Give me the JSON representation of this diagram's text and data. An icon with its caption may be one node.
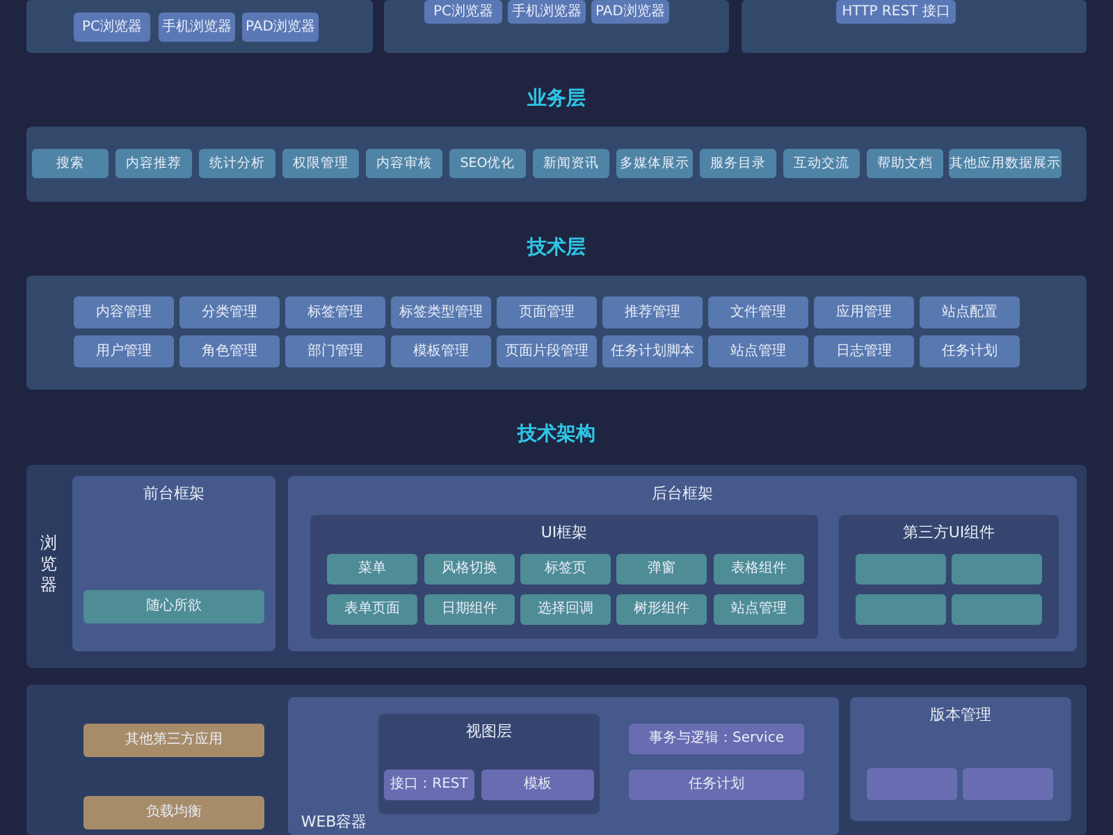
{
  "diagram": {
    "nodes": [
      {
        "text": [],
        "shape": "box"
      },
      {
        "text": [
          "PC浏览器"
        ],
        "in": 0
      },
      {
        "text": [
          "手机浏览器"
        ],
        "in": 0
      },
      {
        "text": [
          "PAD浏览器"
        ],
        "in": 0
      },
      {
        "text": [],
        "shape": "box"
      },
      {
        "text": [
          "PC浏览器"
        ],
        "in": 4
      },
      {
        "text": [
          "手机浏览器"
        ],
        "in": 4
      },
      {
        "text": [
          "PAD浏览器"
        ],
        "in": 4
      },
      {
        "text": [],
        "shape": "box"
      },
      {
        "text": [
          "HTTP REST 接口"
        ],
        "in": 8
      },
      {
        "text": [
          "业务层"
        ]
      },
      {
        "text": [
          "搜索"
        ],
        "in": 10
      },
      {
        "text": [
          "内容推荐"
        ],
        "in": 10
      },
      {
        "text": [
          "统计分析"
        ],
        "in": 10
      },
      {
        "text": [
          "权限管理"
        ],
        "in": 10
      },
      {
        "text": [
          "内容审核"
        ],
        "in": 10
      },
      {
        "text": [
          "SEO优化"
        ],
        "in": 10
      },
      {
        "text": [
          "新闻资讯"
        ],
        "in": 10
      },
      {
        "text": [
          "多媒体展示"
        ],
        "in": 10
      },
      {
        "text": [
          "服务目录"
        ],
        "in": 10
      },
      {
        "text": [
          "互动交流"
        ],
        "in": 10
      },
      {
        "text": [
          "帮助文档"
        ],
        "in": 10
      },
      {
        "text": [
          "其他应用数据展示"
        ],
        "in": 10
      },
      {
        "text": [
          "技术层"
        ]
      },
      {
        "text": [
          "内容管理"
        ],
        "in": 23
      },
      {
        "text": [
          "分类管理"
        ],
        "in": 23
      },
      {
        "text": [
          "标签管理"
        ],
        "in": 23
      },
      {
        "text": [
          "标签类型管理"
        ],
        "in": 23
      },
      {
        "text": [
          "页面管理"
        ],
        "in": 23
      },
      {
        "text": [
          "推荐管理"
        ],
        "in": 23
      },
      {
        "text": [
          "文件管理"
        ],
        "in": 23
      },
      {
        "text": [
          "应用管理"
        ],
        "in": 23
      },
      {
        "text": [
          "站点配置"
        ],
        "in": 23
      },
      {
        "text": [
          "用户管理"
        ],
        "in": 23
      },
      {
        "text": [
          "角色管理"
        ],
        "in": 23
      },
      {
        "text": [
          "部门管理"
        ],
        "in": 23
      },
      {
        "text": [
          "模板管理"
        ],
        "in": 23
      },
      {
        "text": [
          "页面片段管理"
        ],
        "in": 23
      },
      {
        "text": [
          "任务计划脚本"
        ],
        "in": 23
      },
      {
        "text": [
          "站点管理"
        ],
        "in": 23
      },
      {
        "text": [
          "日志管理"
        ],
        "in": 23
      },
      {
        "text": [
          "任务计划"
        ],
        "in": 23
      },
      {
        "text": [
          "技术架构",
          "浏览器"
        ]
      },
      {
        "text": [
          "前台框架"
        ],
        "in": 42
      },
      {
        "text": [
          "随心所欲"
        ],
        "in": 43
      },
      {
        "text": [
          "后台框架"
        ],
        "in": 42
      },
      {
        "text": [
          "UI框架"
        ],
        "in": 45
      },
      {
        "text": [
          "菜单"
        ],
        "in": 46
      },
      {
        "text": [
          "风格切换"
        ],
        "in": 46
      },
      {
        "text": [
          "标签页"
        ],
        "in": 46
      },
      {
        "text": [
          "弹窗"
        ],
        "in": 46
      },
      {
        "text": [
          "表格组件"
        ],
        "in": 46
      },
      {
        "text": [
          "表单页面"
        ],
        "in": 46
      },
      {
        "text": [
          "日期组件"
        ],
        "in": 46
      },
      {
        "text": [
          "选择回调"
        ],
        "in": 46
      },
      {
        "text": [
          "树形组件"
        ],
        "in": 46
      },
      {
        "text": [
          "站点管理"
        ],
        "in": 46
      },
      {
        "text": [
          "第三方UI组件"
        ],
        "in": 45
      },
      {
        "text": [],
        "shape": "box",
        "in": 57
      },
      {
        "text": [],
        "shape": "box",
        "in": 57
      },
      {
        "text": [],
        "shape": "box",
        "in": 57
      },
      {
        "text": [],
        "shape": "box",
        "in": 57
      },
      {
        "text": [],
        "shape": "box"
      },
      {
        "text": [
          "其他第三方应用"
        ],
        "in": 62
      },
      {
        "text": [
          "负载均衡"
        ],
        "in": 62
      },
      {
        "text": [
          "WEB容器"
        ],
        "in": 62
      },
      {
        "text": [
          "视图层"
        ],
        "in": 65
      },
      {
        "text": [
          "接口：REST"
        ],
        "in": 66
      },
      {
        "text": [
          "模板"
        ],
        "in": 66
      },
      {
        "text": [
          "事务与逻辑：Service"
        ],
        "in": 65
      },
      {
        "text": [
          "任务计划"
        ],
        "in": 65
      },
      {
        "text": [
          "版本管理"
        ],
        "in": 62
      },
      {
        "text": [],
        "shape": "box",
        "in": 71
      },
      {
        "text": [],
        "shape": "box",
        "in": 71
      }
    ]
  }
}
